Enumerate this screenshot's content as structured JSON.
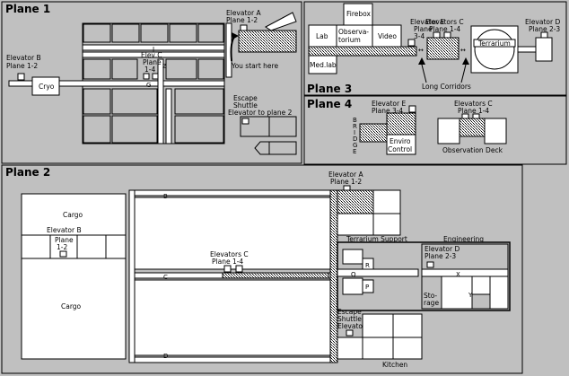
{
  "planes": {
    "p1": "Plane 1",
    "p2": "Plane 2",
    "p3": "Plane 3",
    "p4": "Plane 4"
  },
  "p1": {
    "elevA": [
      "Elevator A",
      "Plane 1-2"
    ],
    "elevB": [
      "Elevator B",
      "Plane 1-2"
    ],
    "elevC": [
      "Elev C",
      "Plane",
      "1-4"
    ],
    "cryo": "Cryo",
    "start": "You start here",
    "escape": [
      "Escape",
      "Shuttle",
      "Elevator to plane 2"
    ],
    "markers": [
      "J",
      "Z",
      "G"
    ]
  },
  "p3": {
    "firebox": "Firebox",
    "lab": "Lab",
    "obs": [
      "Observa-",
      "torium"
    ],
    "video": "Video",
    "medlab": "Med.lab",
    "elevE": [
      "Elevator E",
      "Plane",
      "3-4"
    ],
    "elevC": [
      "Elevators C",
      "Plane 1-4"
    ],
    "terrarium": "Terrarium",
    "elevD": [
      "Elevator D",
      "Plane 2-3"
    ],
    "corridors": "Long Corridors"
  },
  "p4": {
    "elevE": [
      "Elevator E",
      "Plane 3-4"
    ],
    "bridge": [
      "B",
      "R",
      "I",
      "D",
      "G",
      "E"
    ],
    "enviro": [
      "Enviro",
      "Control"
    ],
    "elevC": [
      "Elevators C",
      "Plane 1-4"
    ],
    "obsdeck": "Observation Deck"
  },
  "p2": {
    "elevA": [
      "Elevator A",
      "Plane 1-2"
    ],
    "cargo1": "Cargo",
    "cargo2": "Cargo",
    "elevB": [
      "Elevator B",
      "Plane",
      "1-2"
    ],
    "elevC": [
      "Elevators C",
      "Plane 1-4"
    ],
    "tsupport": "Terrarium Support",
    "engineering": "Engineering",
    "elevD": [
      "Elevator D",
      "Plane 2-3"
    ],
    "storage": [
      "Sto-",
      "rage"
    ],
    "escape": [
      "Escape",
      "Shuttle",
      "Elevator"
    ],
    "kitchen": "Kitchen",
    "markers": [
      "B",
      "C",
      "D",
      "R",
      "Q",
      "P",
      "X",
      "Y"
    ]
  }
}
